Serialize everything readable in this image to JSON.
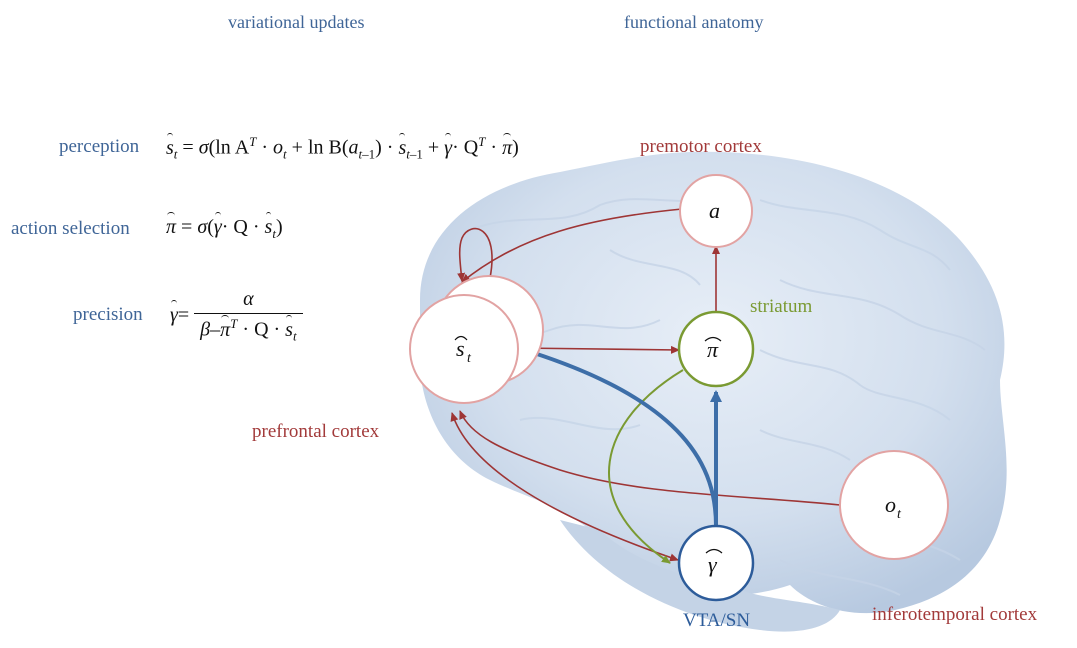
{
  "headers": {
    "variational_updates": "variational updates",
    "functional_anatomy": "functional anatomy"
  },
  "equations": {
    "perception_label": "perception",
    "action_selection_label": "action selection",
    "precision_label": "precision"
  },
  "regions": {
    "premotor_cortex": "premotor cortex",
    "striatum": "striatum",
    "prefrontal_cortex": "prefrontal cortex",
    "vta_sn": "VTA/SN",
    "inferotemporal_cortex": "inferotemporal cortex"
  },
  "nodes": {
    "action": "a",
    "states": "s",
    "states_sub": "t",
    "policy": "π",
    "precision": "γ",
    "outcomes": "o",
    "outcomes_sub": "t"
  },
  "colors": {
    "label_blue": "#3f6597",
    "label_red": "#a23a3a",
    "label_green": "#7a9a32",
    "node_red_stroke": "#e2a3a3",
    "node_green_stroke": "#7a9a32",
    "node_blue_stroke": "#2d5c9a",
    "arrow_red": "#9e3535",
    "arrow_blue": "#3d6ea8"
  }
}
